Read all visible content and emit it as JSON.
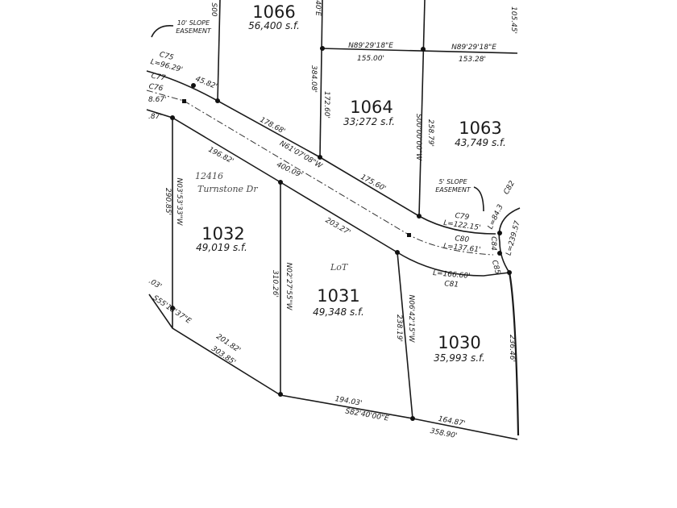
{
  "lots": [
    {
      "number": "1066",
      "area": "56,400 s.f."
    },
    {
      "number": "1064",
      "area": "33;272 s.f."
    },
    {
      "number": "1063",
      "area": "43,749 s.f."
    },
    {
      "number": "1032",
      "area": "49,019 s.f."
    },
    {
      "number": "1031",
      "area": "49,348 s.f."
    },
    {
      "number": "1030",
      "area": "35,993 s.f."
    }
  ],
  "easements": {
    "slope10_line1": "10' SLOPE",
    "slope10_line2": "EASEMENT",
    "slope5_line1": "5' SLOPE",
    "slope5_line2": "EASEMENT"
  },
  "handwritten": {
    "address_number": "12416",
    "street": "Turnstone Dr",
    "lot_note": "LoT"
  },
  "bearings": {
    "b1": "N89'29'18\"E",
    "b2": "N89'29'18\"E",
    "b3": "S00'00'00\"W",
    "b4": "N61'07'08\"W",
    "b5": "N03'53'33\"W",
    "b6": "N02'27'55\"W",
    "b7": "N06'42'15\"W",
    "b8": "S55'18'37\"E",
    "b9": "S82'40'00\"E",
    "b10": "40'E",
    "b11": "S00"
  },
  "distances": {
    "d1": "155.00'",
    "d2": "153.28'",
    "d3": "105.45'",
    "d4": "384.08'",
    "d5": "172.60'",
    "d6": "258.79'",
    "d7": "178.68'",
    "d8": "400.09'",
    "d9": "196.82'",
    "d10": "175.60'",
    "d11": "203.27'",
    "d12": "290.85'",
    "d13": "310.26'",
    "d14": "238.19'",
    "d15": "236.46'",
    "d16": "201.82'",
    "d17": "303.85'",
    "d18": "194.03'",
    "d19": "164.87'",
    "d20": "358.90'",
    "d21": "45.82'",
    "d22": "8.67'",
    "d23": ".87'",
    "d24": ".03'"
  },
  "curves": {
    "c75": "C75",
    "c75_len": "L=96.29'",
    "c77": "C77",
    "c76": "C76",
    "c79": "C79",
    "c79_len": "L=122.15'",
    "c80": "C80",
    "c80_len": "L=137.61'",
    "c81": "C81",
    "c81_len": "L=166.60'",
    "c82": "C82",
    "c82_len": "L=84.3",
    "c83_len": "L=239.57",
    "c84": "C84",
    "c85": "C85"
  }
}
